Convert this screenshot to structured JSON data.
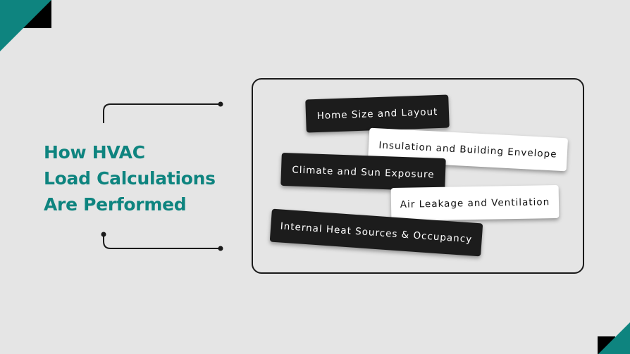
{
  "title": {
    "lines": [
      "How HVAC",
      "Load Calculations",
      "Are Performed"
    ]
  },
  "factors": [
    {
      "label": "Home Size and Layout",
      "style": "dark"
    },
    {
      "label": "Insulation and Building Envelope",
      "style": "light"
    },
    {
      "label": "Climate and Sun Exposure",
      "style": "dark"
    },
    {
      "label": "Air Leakage and Ventilation",
      "style": "light"
    },
    {
      "label": "Internal Heat Sources & Occupancy",
      "style": "dark"
    }
  ],
  "colors": {
    "accent": "#0e847f",
    "dark": "#1c1c1c",
    "background": "#e5e5e5"
  }
}
